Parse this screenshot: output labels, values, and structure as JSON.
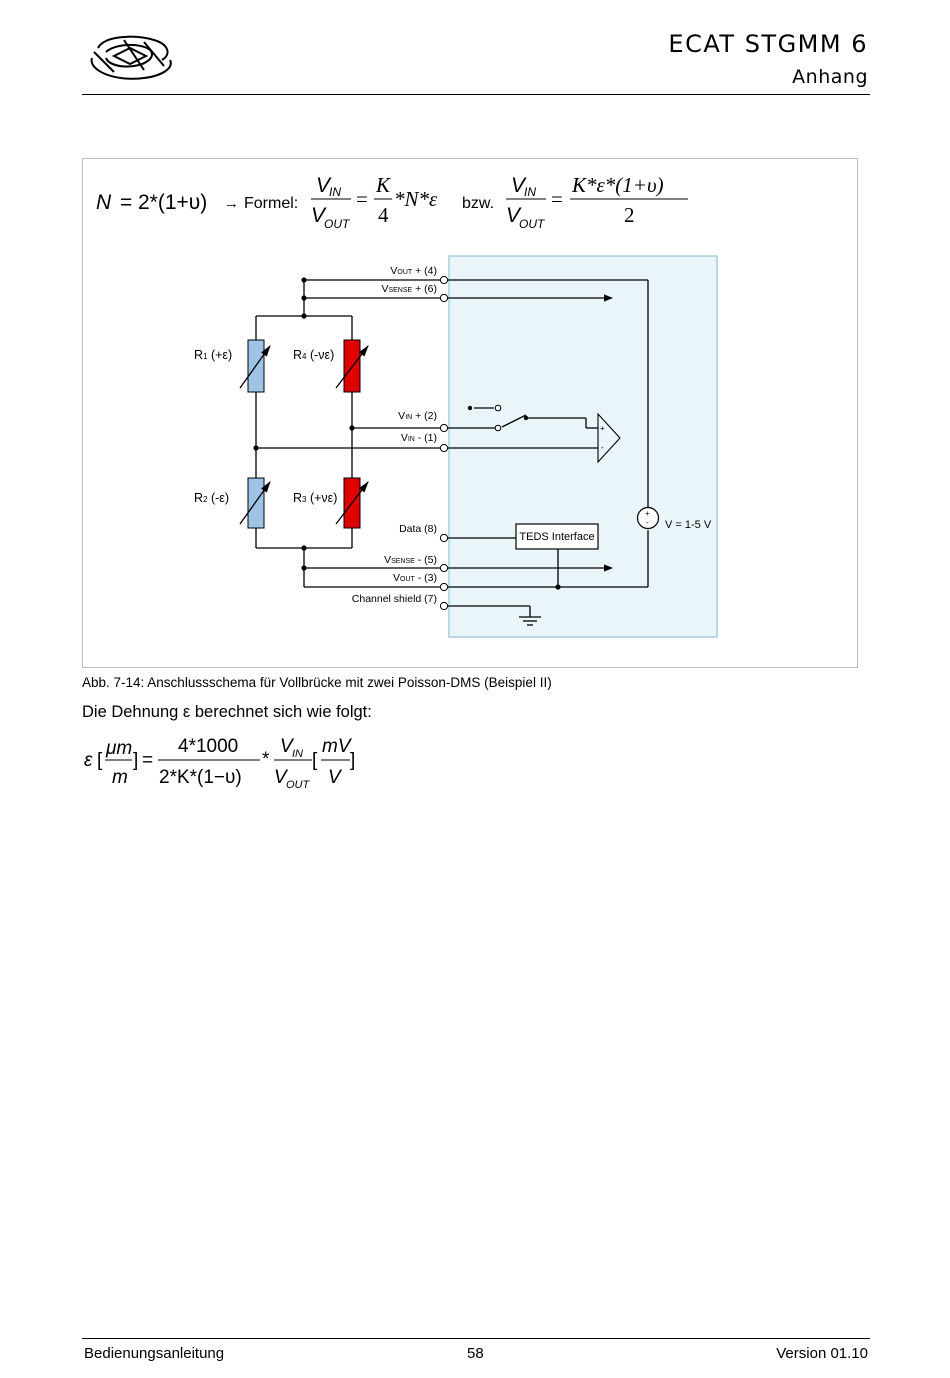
{
  "header": {
    "title": "ECAT STGMM 6",
    "subtitle": "Anhang",
    "logo": "company-logo"
  },
  "formula_top": {
    "n_lhs": "N",
    "n_eq": "=",
    "n_rhs": "2*(1+υ)",
    "arrow": "→",
    "formel_label": "Formel:",
    "f1_num": "V",
    "f1_num_sub": "IN",
    "f1_den": "V",
    "f1_den_sub": "OUT",
    "eq": "=",
    "f2_num": "K",
    "f2_den": "4",
    "f2_tail": "*N*ε",
    "bzw": "bzw.",
    "f3_num": "V",
    "f3_num_sub": "IN",
    "f3_den": "V",
    "f3_den_sub": "OUT",
    "f4_num": "K*ε*(1+υ)",
    "f4_den": "2"
  },
  "diagram": {
    "terminals": {
      "vout_plus": {
        "main": "V",
        "sub": "OUT",
        "rest": " + (4)"
      },
      "vsense_plus": {
        "main": "V",
        "sub": "SENSE",
        "rest": " + (6)"
      },
      "vin_plus": {
        "main": "V",
        "sub": "IN",
        "rest": " + (2)"
      },
      "vin_minus": {
        "main": "V",
        "sub": "IN",
        "rest": " - (1)"
      },
      "data": "Data (8)",
      "vsense_minus": {
        "main": "V",
        "sub": "SENSE",
        "rest": " - (5)"
      },
      "vout_minus": {
        "main": "V",
        "sub": "OUT",
        "rest": " - (3)"
      },
      "shield": "Channel shield (7)"
    },
    "resistors": {
      "r1": {
        "main": "R",
        "sub": "1",
        "rest": " (+ε)",
        "color": "#9dc3e6"
      },
      "r4": {
        "main": "R",
        "sub": "4",
        "rest": " (-νε)",
        "color": "#e00000"
      },
      "r2": {
        "main": "R",
        "sub": "2",
        "rest": " (-ε)",
        "color": "#9dc3e6"
      },
      "r3": {
        "main": "R",
        "sub": "3",
        "rest": " (+νε)",
        "color": "#e00000"
      }
    },
    "teds_label": "TEDS Interface",
    "supply_label": "V = 1-5 V",
    "opamp_plus": "+",
    "opamp_minus": "-",
    "source_plus": "+",
    "source_minus": "-",
    "module_fill": "#eaf5fa",
    "module_stroke": "#a6cfdc"
  },
  "caption": "Abb. 7-14: Anschlussschema für Vollbrücke mit zwei Poisson-DMS (Beispiel II)",
  "paragraph": "Die Dehnung ε berechnet sich wie folgt:",
  "formula_bottom": {
    "eps": "ε",
    "lb1": "[",
    "u_num": "μm",
    "u_den": "m",
    "rb1": "]",
    "eq": "=",
    "a_num": "4*1000",
    "a_den": "2*K*(1−υ)",
    "star": "*",
    "b_num": "V",
    "b_num_sub": "IN",
    "b_den": "V",
    "b_den_sub": "OUT",
    "lb2": "[",
    "c_num": "mV",
    "c_den": "V",
    "rb2": "]"
  },
  "footer": {
    "left": "Bedienungsanleitung",
    "center": "58",
    "right": "Version 01.10"
  }
}
